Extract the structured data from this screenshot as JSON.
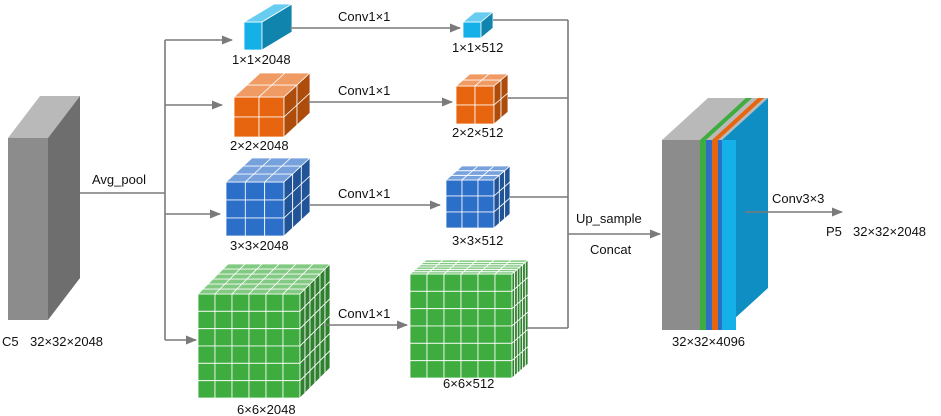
{
  "input": {
    "label": "C5",
    "dims": "32×32×2048"
  },
  "pool_label": "Avg_pool",
  "branches": [
    {
      "pooled_dims": "1×1×2048",
      "conv_label": "Conv1×1",
      "out_dims": "1×1×512",
      "grid": 1,
      "color": "#16b0e8"
    },
    {
      "pooled_dims": "2×2×2048",
      "conv_label": "Conv1×1",
      "out_dims": "2×2×512",
      "grid": 2,
      "color": "#e8650f"
    },
    {
      "pooled_dims": "3×3×2048",
      "conv_label": "Conv1×1",
      "out_dims": "3×3×512",
      "grid": 3,
      "color": "#2c6fc9"
    },
    {
      "pooled_dims": "6×6×2048",
      "conv_label": "Conv1×1",
      "out_dims": "6×6×512",
      "grid": 6,
      "color": "#3fac3f"
    }
  ],
  "merge": {
    "upsample_label": "Up_sample",
    "concat_label": "Concat"
  },
  "concat_block": {
    "dims": "32×32×4096"
  },
  "output": {
    "conv_label": "Conv3×3",
    "label": "P5",
    "dims": "32×32×2048"
  }
}
